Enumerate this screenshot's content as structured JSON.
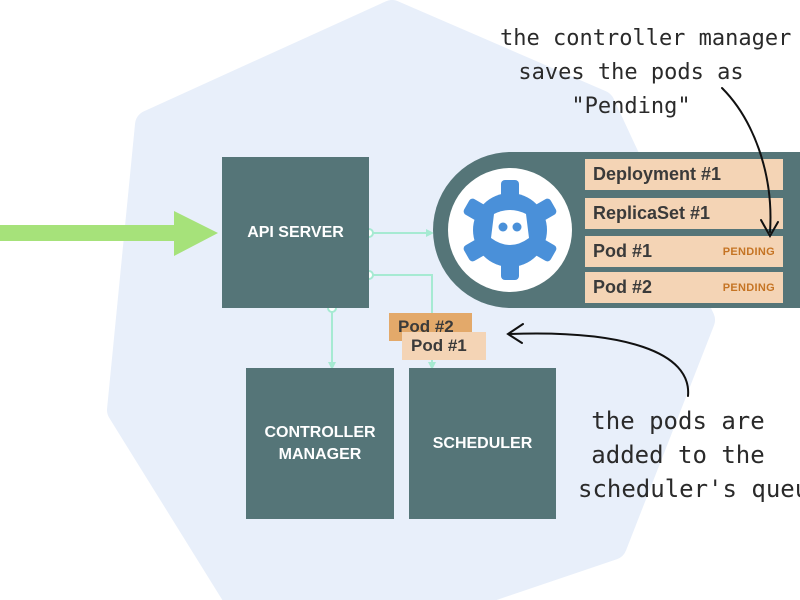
{
  "colors": {
    "background": "#ffffff",
    "cluster_shape": "#e8effa",
    "component_box": "#557578",
    "record_fill": "#f4d4b5",
    "queued_chip_back": "#e3a96a",
    "pending_status": "#c57424",
    "connector_line": "#a6ead2",
    "incoming_arrow": "#a6e27a",
    "etcd_logo": "#4a90d9"
  },
  "icons": {
    "incoming_request": "arrow-right-icon",
    "datastore": "etcd-icon"
  },
  "components": {
    "api_server": "API SERVER",
    "controller_manager": "CONTROLLER MANAGER",
    "scheduler": "SCHEDULER"
  },
  "datastore_records": [
    {
      "label": "Deployment #1",
      "status": ""
    },
    {
      "label": "ReplicaSet #1",
      "status": ""
    },
    {
      "label": "Pod #1",
      "status": "PENDING"
    },
    {
      "label": "Pod #2",
      "status": "PENDING"
    }
  ],
  "scheduler_queue": [
    {
      "label": "Pod #2"
    },
    {
      "label": "Pod #1"
    }
  ],
  "annotations": {
    "controller_note": [
      "the controller manager",
      "saves the pods as",
      "\"Pending\""
    ],
    "scheduler_note": [
      "the pods are",
      "added to the",
      "scheduler's queue"
    ]
  }
}
